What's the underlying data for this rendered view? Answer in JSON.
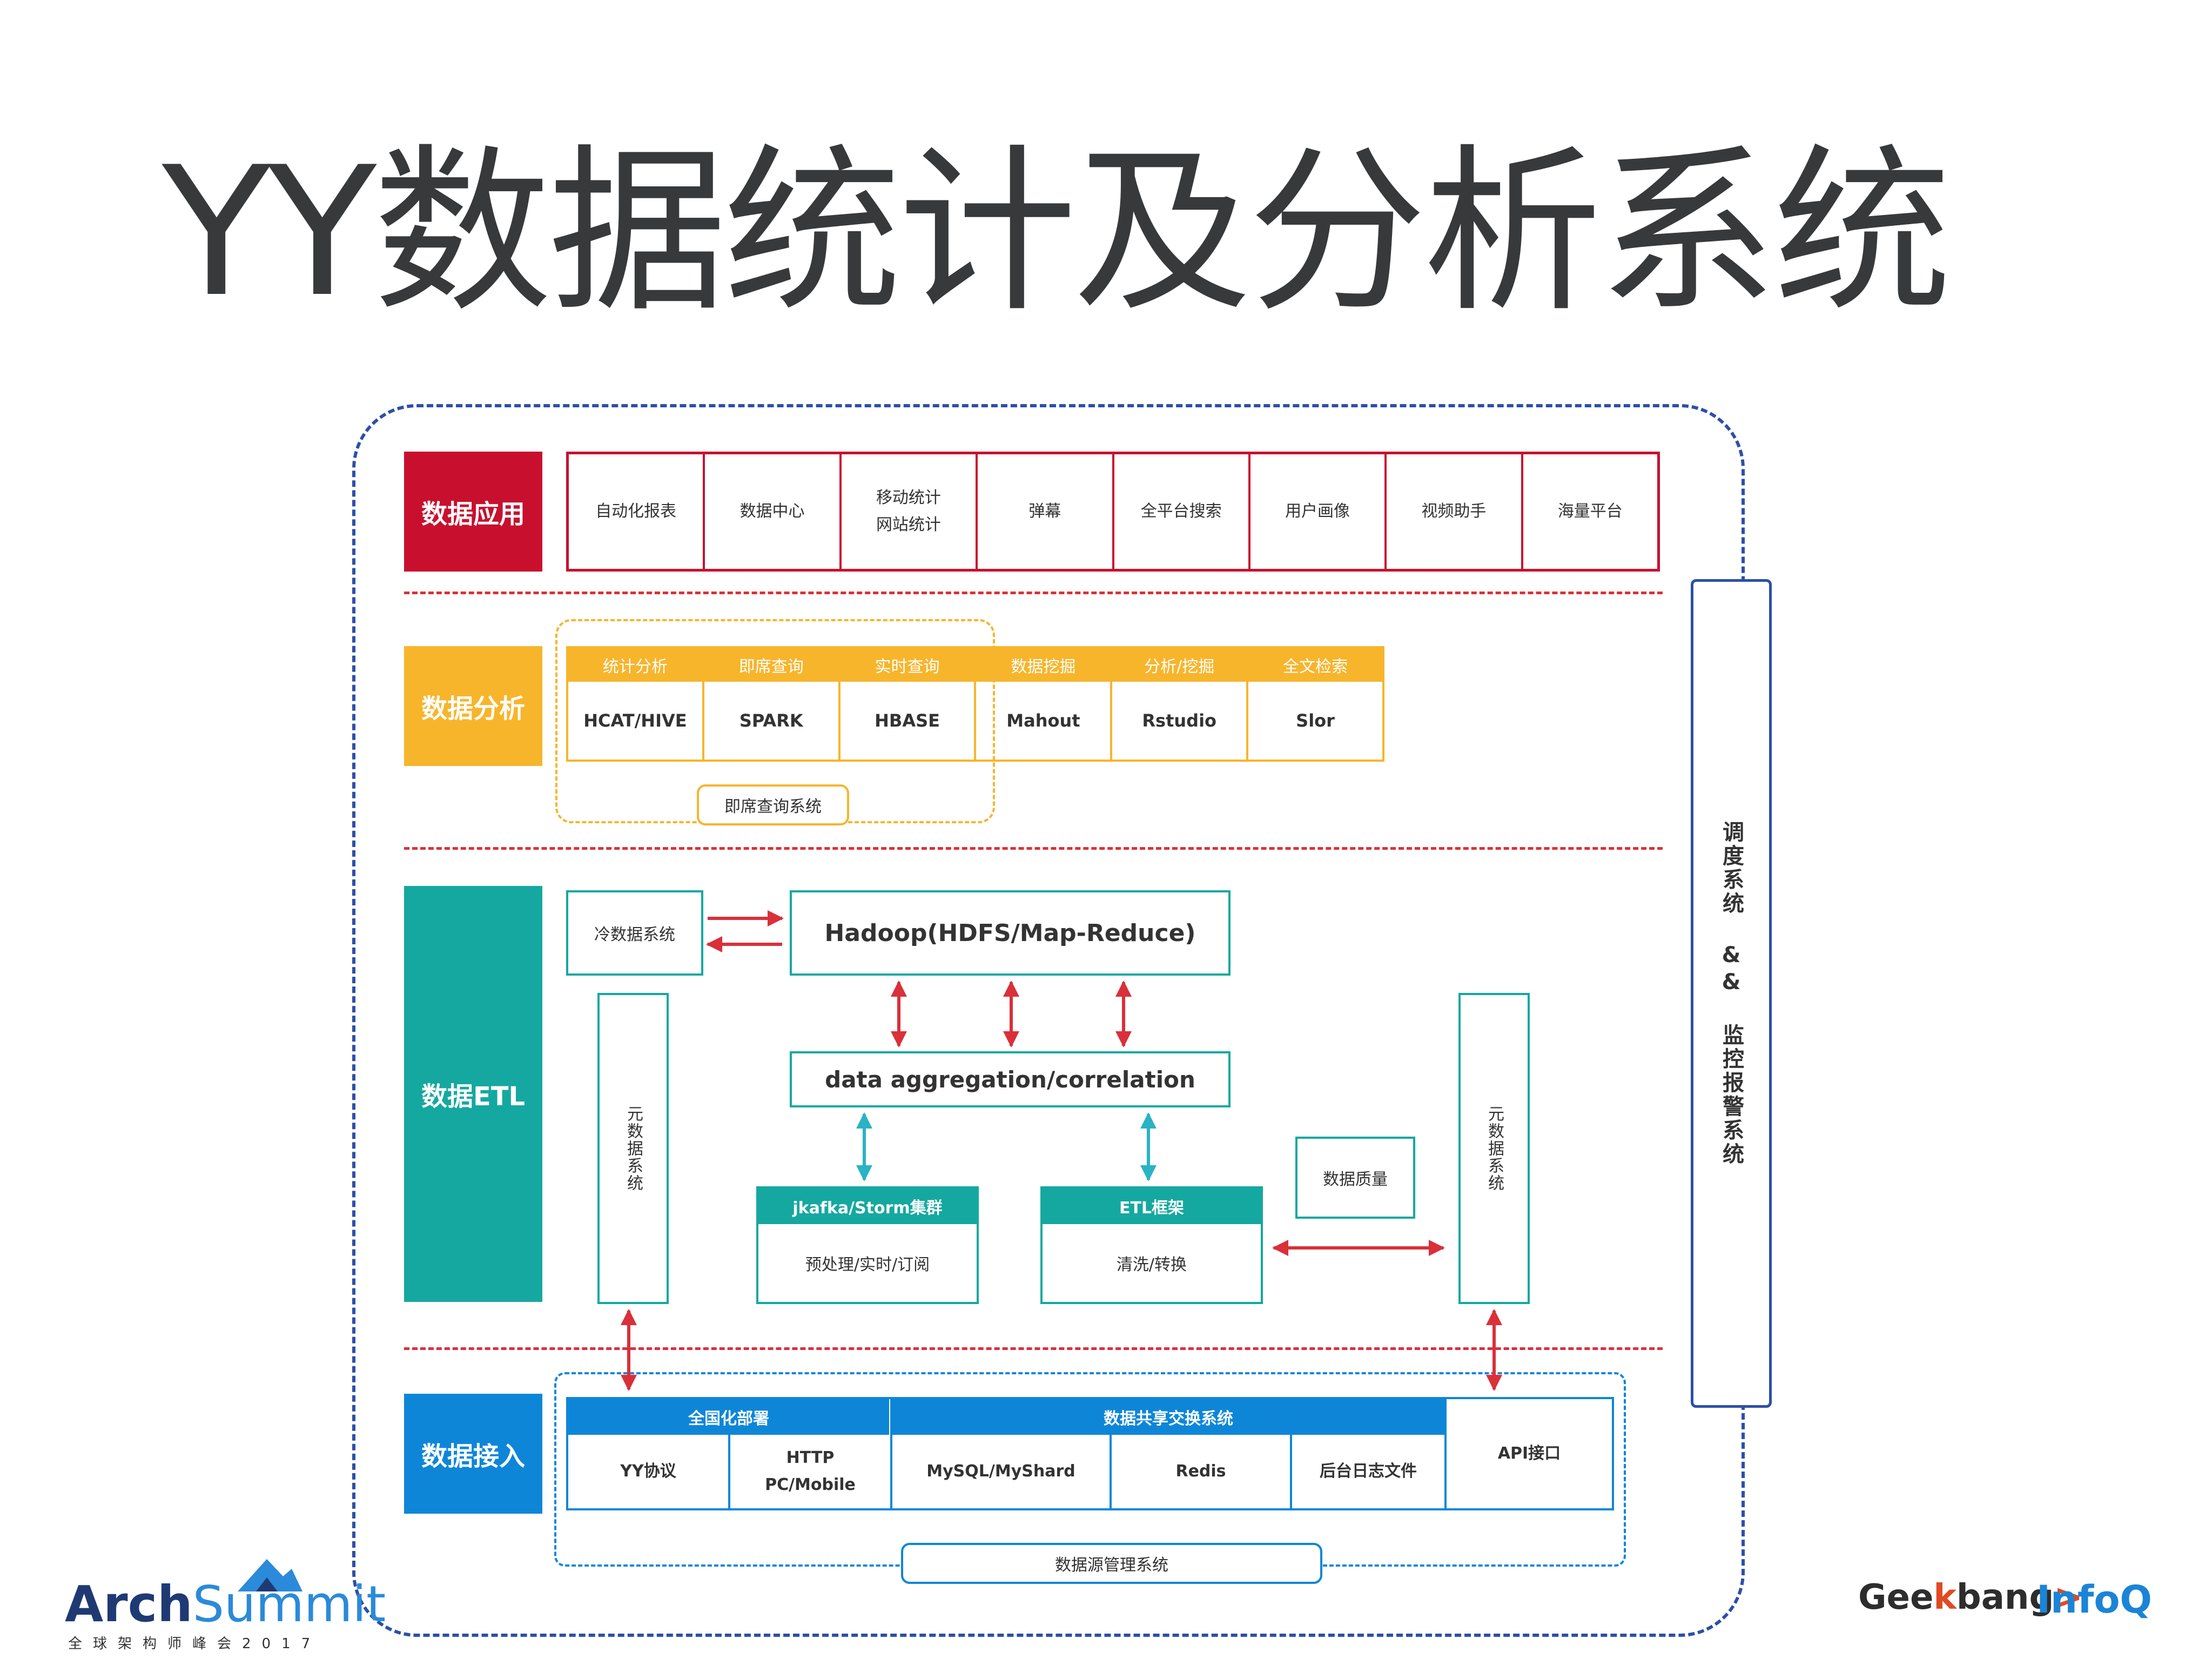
{
  "title": "YY数据统计及分析系统",
  "layers": {
    "app": "数据应用",
    "analysis": "数据分析",
    "etl": "数据ETL",
    "access": "数据接入"
  },
  "app_items": [
    "自动化报表",
    "数据中心",
    "移动统计\n网站统计",
    "弹幕",
    "全平台搜索",
    "用户画像",
    "视频助手",
    "海量平台"
  ],
  "analysis_items": [
    {
      "head": "统计分析",
      "body": "HCAT/HIVE"
    },
    {
      "head": "即席查询",
      "body": "SPARK"
    },
    {
      "head": "实时查询",
      "body": "HBASE"
    },
    {
      "head": "数据挖掘",
      "body": "Mahout"
    },
    {
      "head": "分析/挖掘",
      "body": "Rstudio"
    },
    {
      "head": "全文检索",
      "body": "Slor"
    }
  ],
  "adhoc_system": "即席查询系统",
  "etl": {
    "cold_data": "冷数据系统",
    "hadoop": "Hadoop(HDFS/Map-Reduce)",
    "aggregation": "data aggregation/correlation",
    "metadata_left": "元数据系统",
    "metadata_right": "元数据系统",
    "cluster_head": "jkafka/Storm集群",
    "cluster_body": "预处理/实时/订阅",
    "etl_head": "ETL框架",
    "etl_body": "清洗/转换",
    "quality": "数据质量"
  },
  "access": {
    "group1_head": "全国化部署",
    "group2_head": "数据共享交换系统",
    "yy": "YY协议",
    "http": "HTTP\nPC/Mobile",
    "mysql": "MySQL/MyShard",
    "redis": "Redis",
    "logs": "后台日志文件",
    "api": "API接口",
    "source_mgmt": "数据源管理系统"
  },
  "scheduler": "调度系统 && 监控报警系统",
  "logos": {
    "arch_1": "Arch",
    "arch_2": "Summit",
    "arch_sub": "全球架构师峰会2017",
    "geek_1": "Gee",
    "geek_2": "k",
    "geek_3": "bang",
    "geek_4": ">",
    "infoq": "InfoQ"
  },
  "colors": {
    "app": "#c8102e",
    "analysis": "#f7b52c",
    "etl": "#15a8a0",
    "access": "#0e86d8",
    "frame": "#2c4fa8",
    "arrow_red": "#d9303a"
  }
}
